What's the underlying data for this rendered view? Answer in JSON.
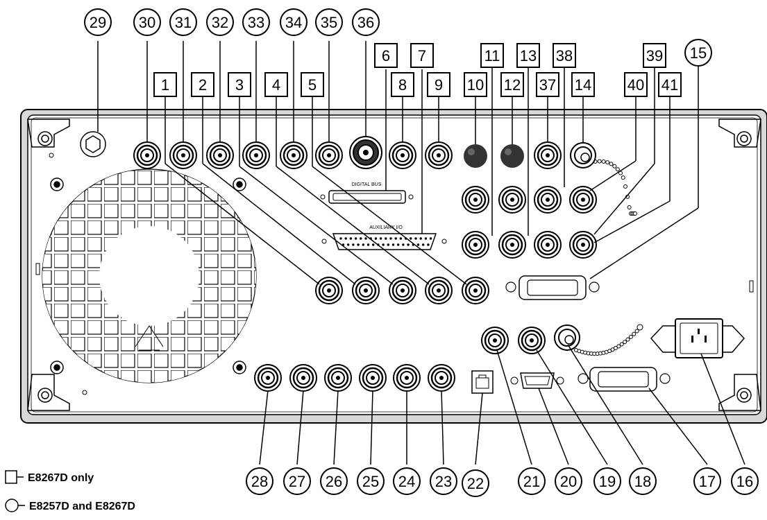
{
  "callouts": [
    {
      "id": "1",
      "label": "1",
      "shape": "square"
    },
    {
      "id": "2",
      "label": "2",
      "shape": "square"
    },
    {
      "id": "3",
      "label": "3",
      "shape": "square"
    },
    {
      "id": "4",
      "label": "4",
      "shape": "square"
    },
    {
      "id": "5",
      "label": "5",
      "shape": "square"
    },
    {
      "id": "6",
      "label": "6",
      "shape": "square"
    },
    {
      "id": "7",
      "label": "7",
      "shape": "square"
    },
    {
      "id": "8",
      "label": "8",
      "shape": "square"
    },
    {
      "id": "9",
      "label": "9",
      "shape": "square"
    },
    {
      "id": "10",
      "label": "10",
      "shape": "square"
    },
    {
      "id": "11",
      "label": "11",
      "shape": "square"
    },
    {
      "id": "12",
      "label": "12",
      "shape": "square"
    },
    {
      "id": "13",
      "label": "13",
      "shape": "square"
    },
    {
      "id": "14",
      "label": "14",
      "shape": "square"
    },
    {
      "id": "15",
      "label": "15",
      "shape": "circle"
    },
    {
      "id": "16",
      "label": "16",
      "shape": "circle"
    },
    {
      "id": "17",
      "label": "17",
      "shape": "circle"
    },
    {
      "id": "18",
      "label": "18",
      "shape": "circle"
    },
    {
      "id": "19",
      "label": "19",
      "shape": "circle"
    },
    {
      "id": "20",
      "label": "20",
      "shape": "circle"
    },
    {
      "id": "21",
      "label": "21",
      "shape": "circle"
    },
    {
      "id": "22",
      "label": "22",
      "shape": "circle"
    },
    {
      "id": "23",
      "label": "23",
      "shape": "circle"
    },
    {
      "id": "24",
      "label": "24",
      "shape": "circle"
    },
    {
      "id": "25",
      "label": "25",
      "shape": "circle"
    },
    {
      "id": "26",
      "label": "26",
      "shape": "circle"
    },
    {
      "id": "27",
      "label": "27",
      "shape": "circle"
    },
    {
      "id": "28",
      "label": "28",
      "shape": "circle"
    },
    {
      "id": "29",
      "label": "29",
      "shape": "circle"
    },
    {
      "id": "30",
      "label": "30",
      "shape": "circle"
    },
    {
      "id": "31",
      "label": "31",
      "shape": "circle"
    },
    {
      "id": "32",
      "label": "32",
      "shape": "circle"
    },
    {
      "id": "33",
      "label": "33",
      "shape": "circle"
    },
    {
      "id": "34",
      "label": "34",
      "shape": "circle"
    },
    {
      "id": "35",
      "label": "35",
      "shape": "circle"
    },
    {
      "id": "36",
      "label": "36",
      "shape": "circle"
    },
    {
      "id": "37",
      "label": "37",
      "shape": "square"
    },
    {
      "id": "38",
      "label": "38",
      "shape": "square"
    },
    {
      "id": "39",
      "label": "39",
      "shape": "square"
    },
    {
      "id": "40",
      "label": "40",
      "shape": "square"
    },
    {
      "id": "41",
      "label": "41",
      "shape": "square"
    }
  ],
  "panel_labels": {
    "digital_bus": "DIGITAL BUS",
    "auxiliary_io": "AUXILIARY I/O"
  },
  "legend": [
    {
      "shape": "square",
      "text": "E8267D only"
    },
    {
      "shape": "circle",
      "text": "E8257D and E8267D"
    }
  ],
  "colors": {
    "line": "#000000",
    "panel_fill": "#ffffff",
    "panel_shadow": "#cfcfcf",
    "plug_fill": "#333333"
  }
}
